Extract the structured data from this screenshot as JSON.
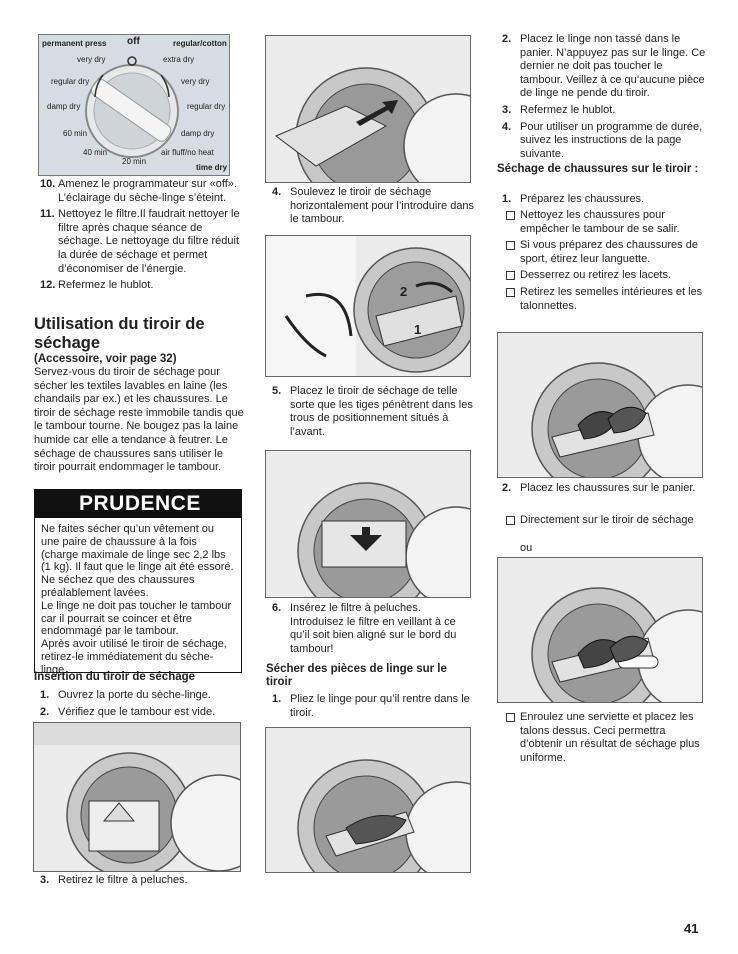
{
  "dial": {
    "permanent_press": "permanent press",
    "off": "off",
    "regular_cotton": "regular/cotton",
    "very_dry_l": "very dry",
    "extra_dry": "extra dry",
    "regular_dry_l": "regular dry",
    "very_dry_r": "very dry",
    "damp_dry_l": "damp dry",
    "regular_dry_r": "regular dry",
    "min60": "60 min",
    "damp_dry_r": "damp dry",
    "min40": "40 min",
    "air_fluff": "air fluff/no heat",
    "min20": "20 min",
    "time_dry": "time dry"
  },
  "steps_a": [
    {
      "n": "10.",
      "text": "Amenez le programmateur sur «off». L’éclairage du sèche-linge s’éteint."
    },
    {
      "n": "11.",
      "text": "Nettoyez le filtre.Il faudrait nettoyer le filtre après chaque séance de séchage. Le nettoyage du filtre réduit la durée de séchage et permet d’économiser de l’énergie."
    },
    {
      "n": "12.",
      "text": "Refermez le hublot."
    }
  ],
  "section1": {
    "title_l1": "Utilisation du tiroir de",
    "title_l2": "séchage",
    "sub": "(Accessoire, voir page 32)",
    "body": "Servez-vous du tiroir de séchage pour sécher les textiles lavables en laine (les chandails par ex.) et les chaussures. Le tiroir de séchage reste immobile tandis que le tambour tourne. Ne bougez pas la laine humide car elle a tendance à feutrer. Le séchage de chaussures sans utiliser le tiroir pourrait endommager le tambour."
  },
  "caution": {
    "head": "PRUDENCE",
    "p1": "Ne faites sécher qu’un vêtement ou une paire de chaussure à la fois (charge maximale de linge sec  2,2 lbs (1 kg). Il faut que le linge ait été essoré. Ne séchez que des chaussures préalablement lavées.",
    "p2": "Le linge ne doit pas toucher le tambour car il pourrait se coincer et être endommagé par le tambour.",
    "p3": "Après avoir utilisé le tiroir de séchage, retirez-le immédiatement du sèche-linge."
  },
  "insertion": {
    "title": "Insertion du tiroir de séchage",
    "steps": [
      {
        "n": "1.",
        "text": "Ouvrez la porte du sèche-linge."
      },
      {
        "n": "2.",
        "text": "Vérifiez que le tambour est vide."
      }
    ],
    "step3": {
      "n": "3.",
      "text": "Retirez le filtre à peluches."
    }
  },
  "mid": {
    "step4": {
      "n": "4.",
      "text": "Soulevez le tiroir de séchage horizontalement pour l’introduire dans le tambour."
    },
    "step5": {
      "n": "5.",
      "text": "Placez le tiroir de séchage de telle sorte que les tiges pénètrent dans les trous de positionnement situés à l’avant."
    },
    "step6": {
      "n": "6.",
      "text": "Insérez le filtre à peluches. Introduisez le filtre en veillant à ce qu’il soit bien aligné sur le bord du tambour!"
    },
    "fig_label_2": "2",
    "fig_label_1": "1",
    "pieces_title": "Sécher des pièces de linge sur le tiroir",
    "pieces_step1": {
      "n": "1.",
      "text": "Pliez le linge pour qu’il rentre dans le tiroir."
    }
  },
  "right": {
    "steps_top": [
      {
        "n": "2.",
        "text": "Placez le linge non tassé dans le panier. N’appuyez pas sur le linge. Ce dernier ne doit pas toucher le tambour. Veillez à ce qu’aucune pièce de linge ne pende du tiroir."
      },
      {
        "n": "3.",
        "text": "Refermez le hublot."
      },
      {
        "n": "4.",
        "text": "Pour utiliser un programme de durée, suivez les instructions de la page suivante."
      }
    ],
    "shoes_title": "Séchage de chaussures sur le tiroir :",
    "shoes_step1": {
      "n": "1.",
      "text": "Préparez les chaussures."
    },
    "shoes_checks": [
      "Nettoyez les chaussures pour empêcher le tambour de se salir.",
      "Si vous préparez des chaussures de sport, étirez leur languette.",
      "Desserrez ou retirez les lacets.",
      "Retirez les semelles intérieures et les talonnettes."
    ],
    "shoes_step2": {
      "n": "2.",
      "text": "Placez les chaussures sur le panier."
    },
    "check_direct": "Directement sur le tiroir de séchage",
    "ou": "ou",
    "check_towel": "Enroulez une serviette et placez les talons dessus. Ceci permettra d’obtenir un résultat de séchage plus uniforme."
  },
  "page_number": "41"
}
